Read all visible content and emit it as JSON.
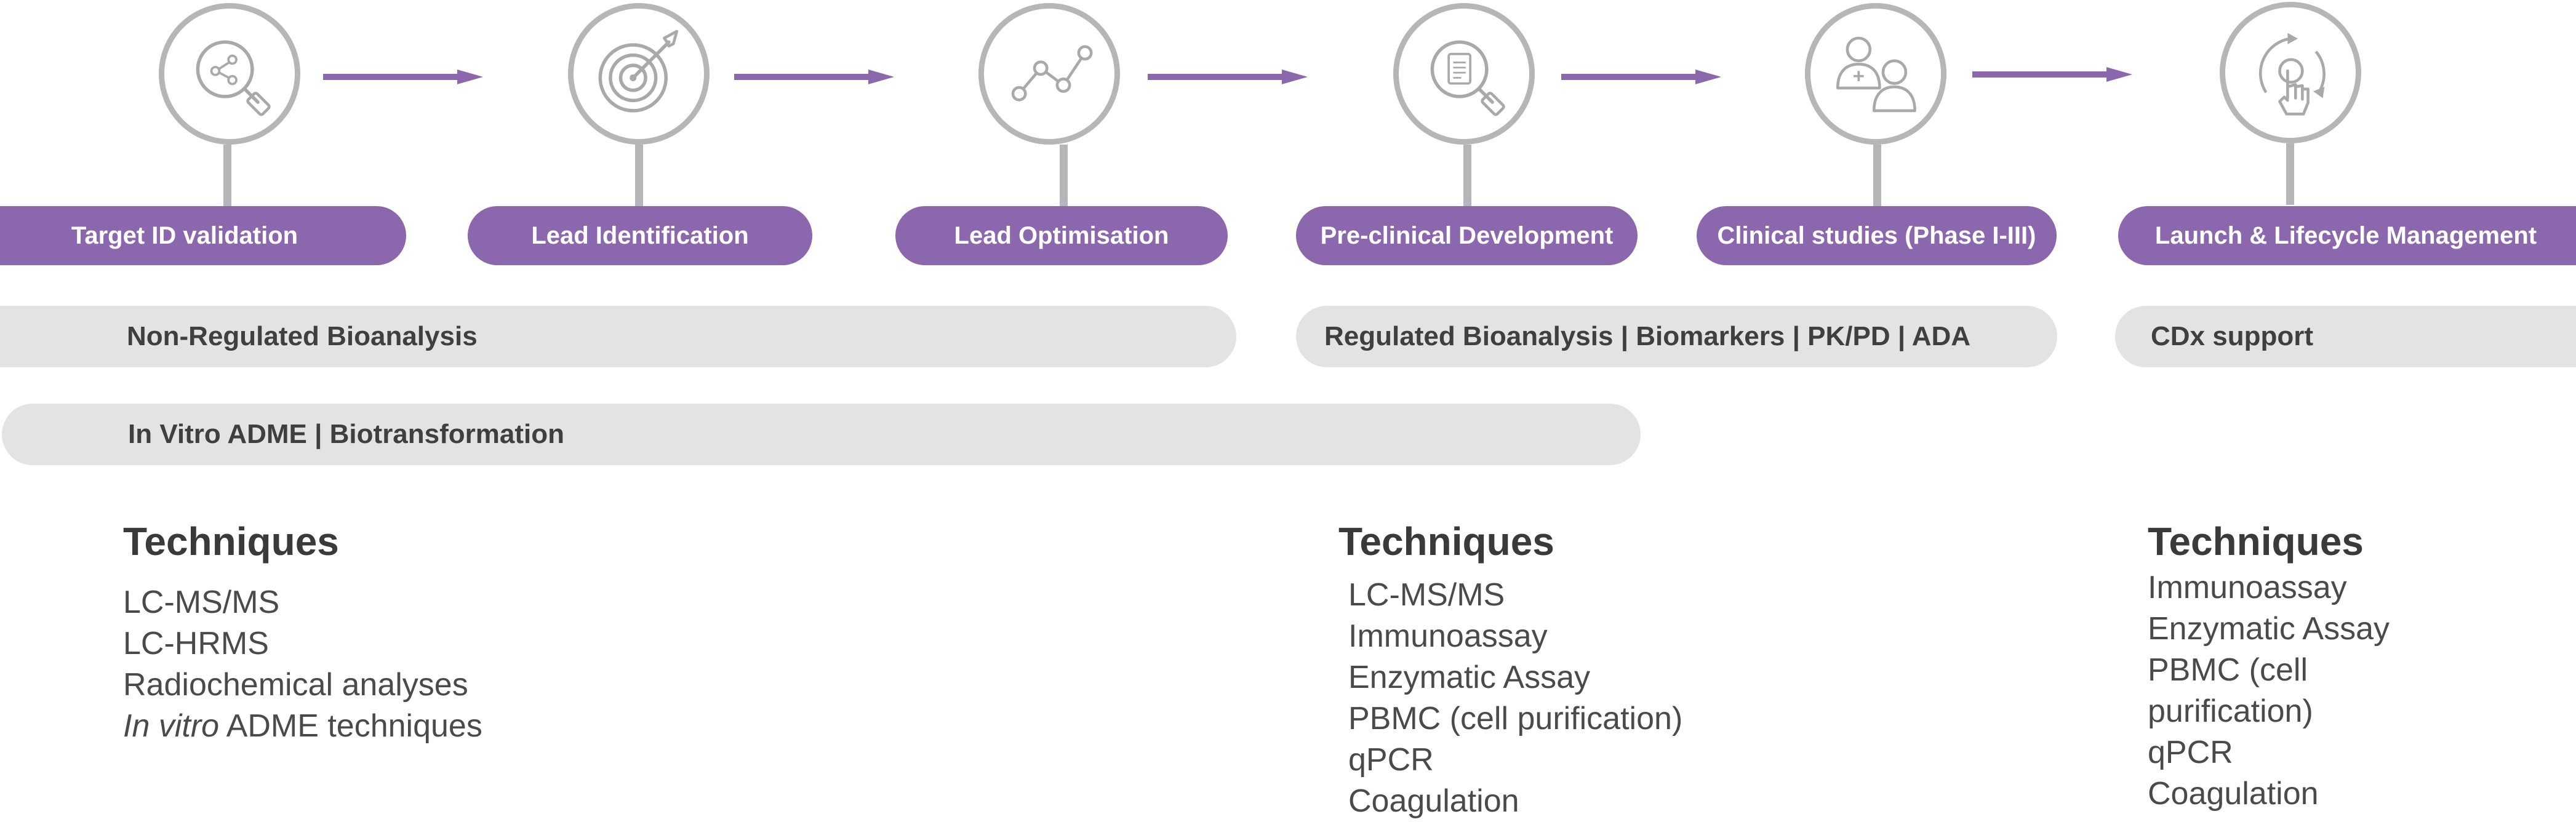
{
  "steps": [
    {
      "label": "Target ID validation",
      "icon": "magnifier-molecule-icon"
    },
    {
      "label": "Lead Identification",
      "icon": "target-arrow-icon"
    },
    {
      "label": "Lead Optimisation",
      "icon": "line-chart-icon"
    },
    {
      "label": "Pre-clinical Development",
      "icon": "magnifier-document-icon"
    },
    {
      "label": "Clinical studies (Phase I-III)",
      "icon": "doctor-patient-icon"
    },
    {
      "label": "Launch & Lifecycle Management",
      "icon": "hand-cycle-icon"
    }
  ],
  "bars": {
    "non_regulated": "Non-Regulated Bioanalysis",
    "regulated": "Regulated Bioanalysis | Biomarkers | PK/PD | ADA",
    "cdx": "CDx support",
    "in_vitro": "In Vitro ADME | Biotransformation"
  },
  "techniques": [
    {
      "title": "Techniques",
      "items": [
        "LC-MS/MS",
        "LC-HRMS",
        "Radiochemical analyses"
      ],
      "last_italic": "In vitro",
      "last_rest": " ADME techniques"
    },
    {
      "title": "Techniques",
      "items": [
        "LC-MS/MS",
        "Immunoassay",
        "Enzymatic Assay",
        "PBMC (cell purification)",
        "qPCR",
        "Coagulation"
      ]
    },
    {
      "title": "Techniques",
      "items": [
        "Immunoassay",
        "Enzymatic Assay",
        "PBMC (cell",
        "purification)",
        "qPCR",
        "Coagulation"
      ]
    }
  ],
  "colors": {
    "accent": "#8b67ad",
    "circle_border": "#b6b6b8",
    "bar_fill": "#e3e3e3",
    "text": "#3f3f41"
  }
}
